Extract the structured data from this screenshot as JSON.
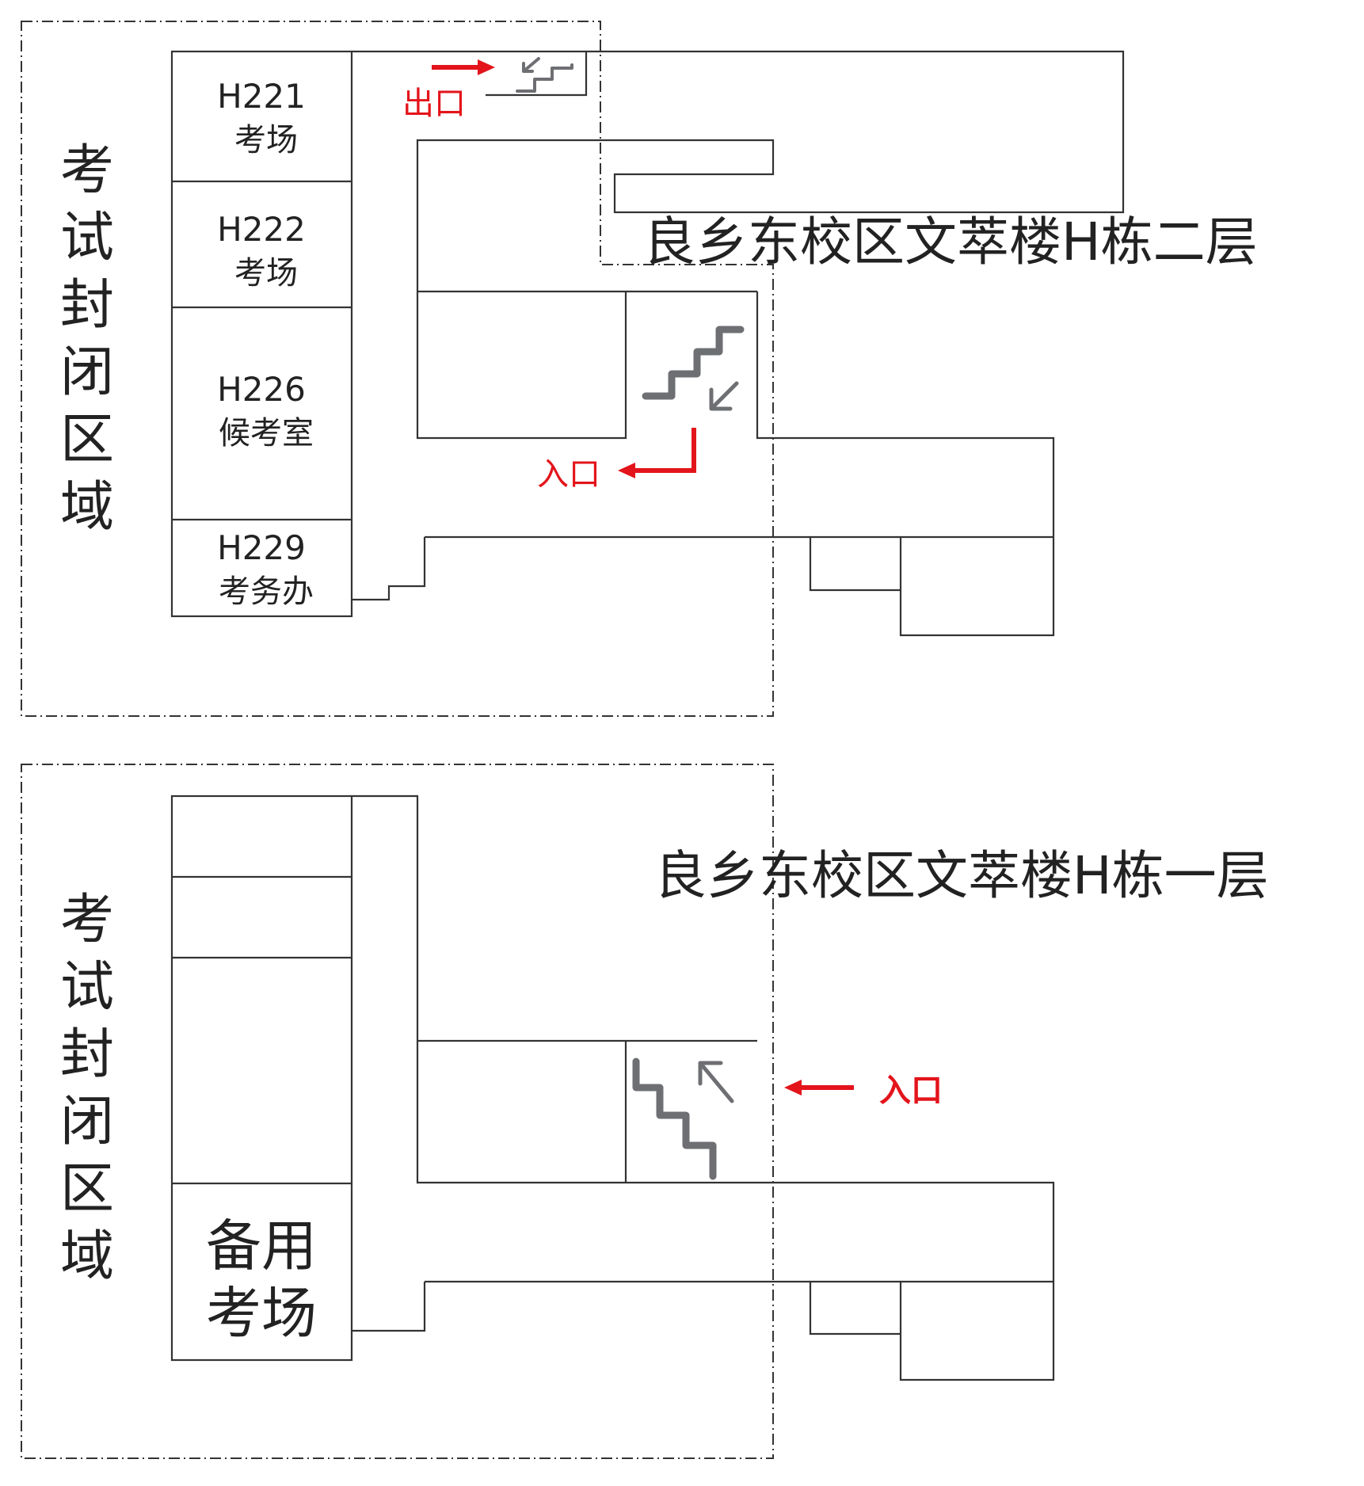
{
  "floor2": {
    "title": "良乡东校区文萃楼H栋二层",
    "zone": [
      "考",
      "试",
      "封",
      "闭",
      "区",
      "域"
    ],
    "rooms": [
      {
        "code": "H221",
        "name": "考场"
      },
      {
        "code": "H222",
        "name": "考场"
      },
      {
        "code": "H226",
        "name": "候考室"
      },
      {
        "code": "H229",
        "name": "考务办"
      }
    ],
    "exit_label": "出口",
    "entrance_label": "入口"
  },
  "floor1": {
    "title": "良乡东校区文萃楼H栋一层",
    "zone": [
      "考",
      "试",
      "封",
      "闭",
      "区",
      "域"
    ],
    "spare_room": [
      "备用",
      "考场"
    ],
    "entrance_label": "入口"
  },
  "colors": {
    "wall": "#333333",
    "stair_icon": "#6e6f73",
    "route_arrow": "#e3141b"
  }
}
